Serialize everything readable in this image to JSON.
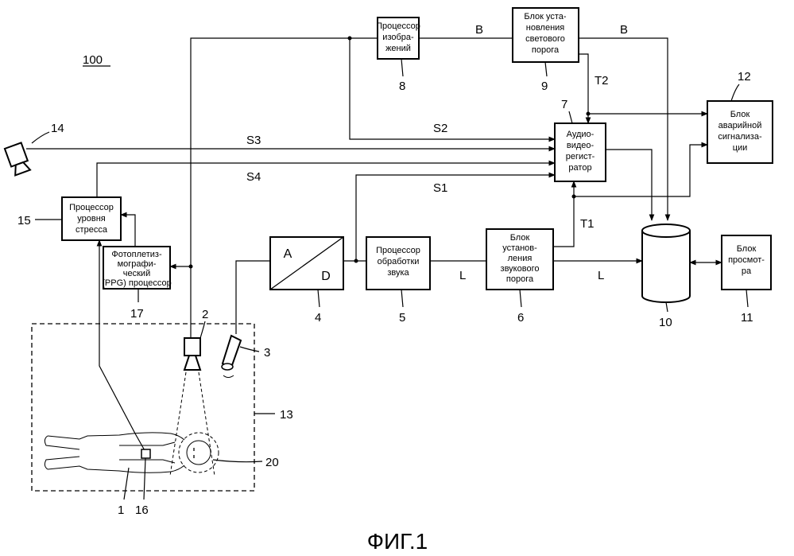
{
  "figure": {
    "ref": "100",
    "caption": "ФИГ.1",
    "blocks": {
      "b8": [
        "Процессор",
        "изобра-",
        "жений"
      ],
      "b9": [
        "Блок уста-",
        "новления",
        "светового",
        "порога"
      ],
      "b7": [
        "Аудио-",
        "видео-",
        "регист-",
        "ратор"
      ],
      "b12": [
        "Блок",
        "аварийной",
        "сигнализа-",
        "ции"
      ],
      "b15": [
        "Процессор",
        "уровня",
        "стресса"
      ],
      "b17": [
        "Фотоплетиз-",
        "мографи-",
        "ческий",
        "(PPG) процессор"
      ],
      "b5": [
        "Процессор",
        "обработки",
        "звука"
      ],
      "b6": [
        "Блок",
        "установ-",
        "ления",
        "звукового",
        "порога"
      ],
      "b11": [
        "Блок",
        "просмот-",
        "ра"
      ],
      "ad_a": "A",
      "ad_d": "D"
    },
    "numbers": {
      "n1": "1",
      "n2": "2",
      "n3": "3",
      "n4": "4",
      "n5": "5",
      "n6": "6",
      "n7": "7",
      "n8": "8",
      "n9": "9",
      "n10": "10",
      "n11": "11",
      "n12": "12",
      "n13": "13",
      "n14": "14",
      "n15": "15",
      "n16": "16",
      "n17": "17",
      "n20": "20"
    },
    "signals": {
      "B1": "B",
      "B2": "B",
      "T2": "T2",
      "T1": "T1",
      "S1": "S1",
      "S2": "S2",
      "S3": "S3",
      "S4": "S4",
      "L1": "L",
      "L2": "L"
    }
  }
}
